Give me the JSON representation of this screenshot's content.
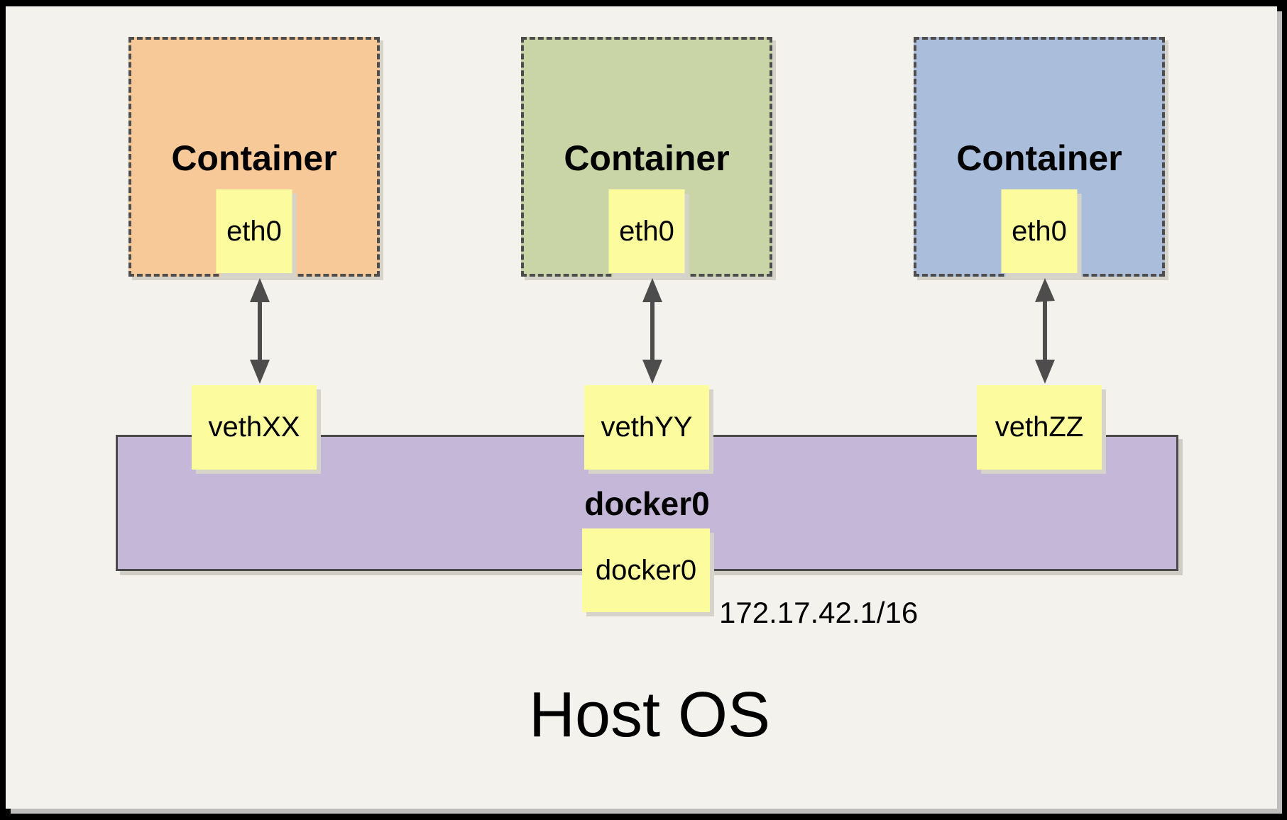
{
  "host": {
    "label": "Host OS"
  },
  "containers": [
    {
      "title": "Container",
      "interface": "eth0",
      "veth": "vethXX"
    },
    {
      "title": "Container",
      "interface": "eth0",
      "veth": "vethYY"
    },
    {
      "title": "Container",
      "interface": "eth0",
      "veth": "vethZZ"
    }
  ],
  "bridge": {
    "name": "docker0",
    "interface": "docker0",
    "ip": "172.17.42.1/16"
  },
  "colors": {
    "container_fills": [
      "#F8C998",
      "#C9D5A7",
      "#AABEDC"
    ],
    "note_yellow": "#FCFC9E",
    "bridge_purple": "#C4B7D7",
    "line_gray": "#4D4D4D",
    "canvas_background": "#F4F2EC"
  }
}
